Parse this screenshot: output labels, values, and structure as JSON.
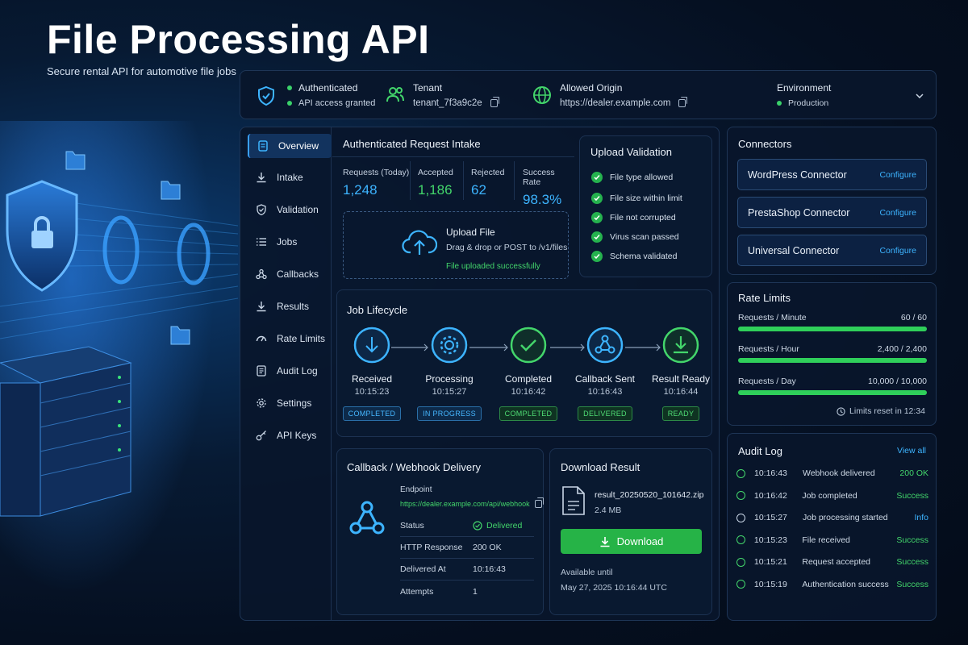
{
  "hero": {
    "title": "File Processing API",
    "subtitle": "Secure rental API for automotive file jobs"
  },
  "status": {
    "auth_label": "Authenticated",
    "auth_value": "API access granted",
    "tenant_label": "Tenant",
    "tenant_value": "tenant_7f3a9c2e",
    "origin_label": "Allowed Origin",
    "origin_value": "https://dealer.example.com",
    "env_label": "Environment",
    "env_value": "Production"
  },
  "nav": {
    "items": [
      {
        "label": "Overview",
        "icon": "overview-icon"
      },
      {
        "label": "Intake",
        "icon": "download-icon"
      },
      {
        "label": "Validation",
        "icon": "shield-check-icon"
      },
      {
        "label": "Jobs",
        "icon": "list-icon"
      },
      {
        "label": "Callbacks",
        "icon": "webhook-icon"
      },
      {
        "label": "Results",
        "icon": "download-icon"
      },
      {
        "label": "Rate Limits",
        "icon": "gauge-icon"
      },
      {
        "label": "Audit Log",
        "icon": "document-icon"
      },
      {
        "label": "Settings",
        "icon": "gear-icon"
      },
      {
        "label": "API Keys",
        "icon": "key-icon"
      }
    ]
  },
  "intake": {
    "title": "Authenticated Request Intake",
    "metrics": [
      {
        "label": "Requests (Today)",
        "value": "1,248"
      },
      {
        "label": "Accepted",
        "value": "1,186"
      },
      {
        "label": "Rejected",
        "value": "62"
      },
      {
        "label": "Success Rate",
        "value": "98.3%"
      }
    ],
    "upload_title": "Upload File",
    "upload_hint": "Drag & drop or POST to /v1/files",
    "upload_status": "File uploaded successfully"
  },
  "validation": {
    "title": "Upload Validation",
    "checks": [
      "File type allowed",
      "File size within limit",
      "File not corrupted",
      "Virus scan passed",
      "Schema validated"
    ]
  },
  "lifecycle": {
    "title": "Job Lifecycle",
    "stages": [
      {
        "label": "Received",
        "time": "10:15:23",
        "badge": "COMPLETED"
      },
      {
        "label": "Processing",
        "time": "10:15:27",
        "badge": "IN PROGRESS"
      },
      {
        "label": "Completed",
        "time": "10:16:42",
        "badge": "COMPLETED"
      },
      {
        "label": "Callback Sent",
        "time": "10:16:43",
        "badge": "DELIVERED"
      },
      {
        "label": "Result Ready",
        "time": "10:16:44",
        "badge": "READY"
      }
    ]
  },
  "webhook": {
    "title": "Callback / Webhook Delivery",
    "endpoint_label": "Endpoint",
    "endpoint_value": "https://dealer.example.com/api/webhook",
    "rows": [
      {
        "key": "Status",
        "value": "Delivered"
      },
      {
        "key": "HTTP Response",
        "value": "200 OK"
      },
      {
        "key": "Delivered At",
        "value": "10:16:43"
      },
      {
        "key": "Attempts",
        "value": "1"
      }
    ]
  },
  "download": {
    "title": "Download Result",
    "file_name": "result_20250520_101642.zip",
    "file_size": "2.4 MB",
    "button": "Download",
    "avail_label": "Available until",
    "avail_value": "May 27, 2025 10:16:44 UTC"
  },
  "connectors": {
    "title": "Connectors",
    "items": [
      {
        "name": "WordPress Connector",
        "action": "Configure"
      },
      {
        "name": "PrestaShop Connector",
        "action": "Configure"
      },
      {
        "name": "Universal Connector",
        "action": "Configure"
      }
    ]
  },
  "rate": {
    "title": "Rate Limits",
    "rows": [
      {
        "label": "Requests / Minute",
        "value": "60 / 60",
        "fill": 1.0
      },
      {
        "label": "Requests / Hour",
        "value": "2,400 / 2,400",
        "fill": 1.0
      },
      {
        "label": "Requests / Day",
        "value": "10,000 / 10,000",
        "fill": 1.0
      }
    ],
    "reset": "Limits reset in 12:34"
  },
  "audit": {
    "title": "Audit Log",
    "view_all": "View all",
    "rows": [
      {
        "time": "10:16:43",
        "event": "Webhook delivered",
        "status": "200 OK",
        "color": "#43d66b"
      },
      {
        "time": "10:16:42",
        "event": "Job completed",
        "status": "Success",
        "color": "#43d66b"
      },
      {
        "time": "10:15:27",
        "event": "Job processing started",
        "status": "Info",
        "color": "#3db4ff"
      },
      {
        "time": "10:15:23",
        "event": "File received",
        "status": "Success",
        "color": "#43d66b"
      },
      {
        "time": "10:15:21",
        "event": "Request accepted",
        "status": "Success",
        "color": "#43d66b"
      },
      {
        "time": "10:15:19",
        "event": "Authentication success",
        "status": "Success",
        "color": "#43d66b"
      }
    ]
  },
  "colors": {
    "accent": "#3db4ff",
    "success": "#43d66b",
    "panel": "#0a1930"
  }
}
